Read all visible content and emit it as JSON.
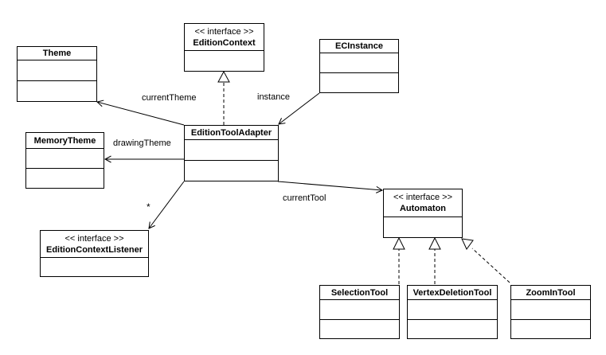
{
  "diagram": {
    "background_color": "#ffffff",
    "stroke_color": "#000000",
    "classes": [
      {
        "id": "theme",
        "name": "Theme",
        "stereotype": null
      },
      {
        "id": "edition-context",
        "name": "EditionContext",
        "stereotype": "<< interface >>"
      },
      {
        "id": "ec-instance",
        "name": "ECInstance",
        "stereotype": null
      },
      {
        "id": "memory-theme",
        "name": "MemoryTheme",
        "stereotype": null
      },
      {
        "id": "edition-tool-adapter",
        "name": "EditionToolAdapter",
        "stereotype": null
      },
      {
        "id": "edition-context-listener",
        "name": "EditionContextListener",
        "stereotype": "<< interface >>"
      },
      {
        "id": "automaton",
        "name": "Automaton",
        "stereotype": "<< interface >>"
      },
      {
        "id": "selection-tool",
        "name": "SelectionTool",
        "stereotype": null
      },
      {
        "id": "vertex-deletion-tool",
        "name": "VertexDeletionTool",
        "stereotype": null
      },
      {
        "id": "zoom-in-tool",
        "name": "ZoomInTool",
        "stereotype": null
      }
    ],
    "edges": [
      {
        "from": "EditionToolAdapter",
        "to": "Theme",
        "type": "association",
        "label": "currentTheme"
      },
      {
        "from": "EditionToolAdapter",
        "to": "MemoryTheme",
        "type": "association",
        "label": "drawingTheme"
      },
      {
        "from": "EditionToolAdapter",
        "to": "EditionContext",
        "type": "realization",
        "label": null
      },
      {
        "from": "ECInstance",
        "to": "EditionToolAdapter",
        "type": "association",
        "label": "instance"
      },
      {
        "from": "EditionToolAdapter",
        "to": "Automaton",
        "type": "association",
        "label": "currentTool"
      },
      {
        "from": "EditionToolAdapter",
        "to": "EditionContextListener",
        "type": "association",
        "label": "*"
      },
      {
        "from": "SelectionTool",
        "to": "Automaton",
        "type": "realization",
        "label": null
      },
      {
        "from": "VertexDeletionTool",
        "to": "Automaton",
        "type": "realization",
        "label": null
      },
      {
        "from": "ZoomInTool",
        "to": "Automaton",
        "type": "realization",
        "label": null
      }
    ]
  }
}
